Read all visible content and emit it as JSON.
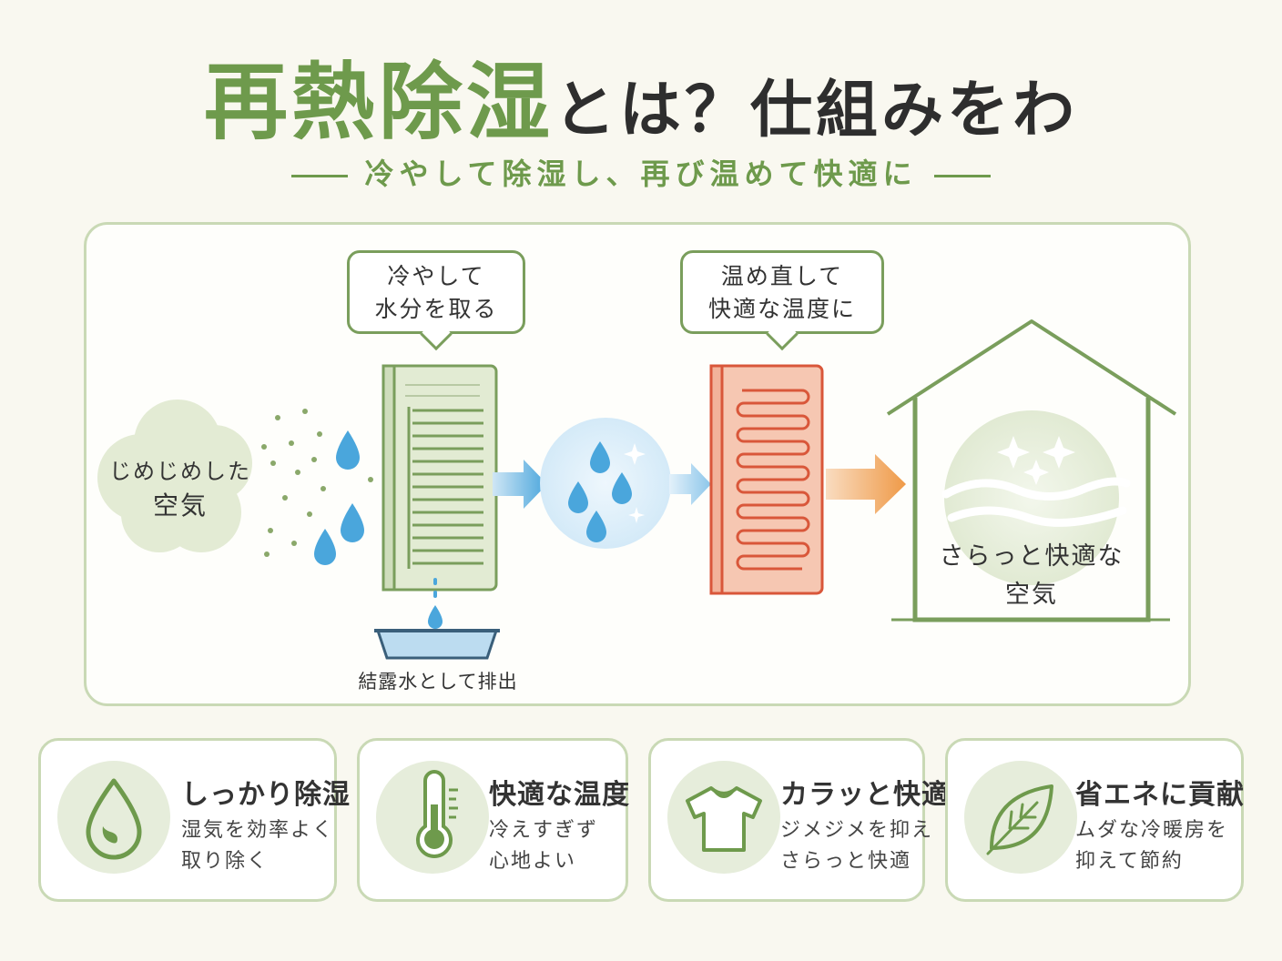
{
  "header": {
    "title_highlight": "再熱除湿",
    "title_rest": "とは？仕組みをわ",
    "subtitle": "冷やして除湿し、再び温めて快適に"
  },
  "diagram": {
    "humid_air": [
      "じめじめした",
      "空気"
    ],
    "cool_bubble": [
      "冷やして",
      "水分を取る"
    ],
    "heat_bubble": [
      "温め直して",
      "快適な温度に"
    ],
    "drain_label": "結露水として排出",
    "dry_air": [
      "さらっと快適な",
      "空気"
    ]
  },
  "features": [
    {
      "icon": "water-drop-icon",
      "title": "しっかり除湿",
      "desc": [
        "湿気を効率よく",
        "取り除く"
      ]
    },
    {
      "icon": "thermometer-icon",
      "title": "快適な温度",
      "desc": [
        "冷えすぎず",
        "心地よい"
      ]
    },
    {
      "icon": "tshirt-icon",
      "title": "カラッと快適",
      "desc": [
        "ジメジメを抑え",
        "さらっと快適"
      ]
    },
    {
      "icon": "leaf-icon",
      "title": "省エネに貢献",
      "desc": [
        "ムダな冷暖房を",
        "抑えて節約"
      ]
    }
  ],
  "colors": {
    "brand_green": "#6e9a4c",
    "light_green": "#e6eddb",
    "panel_border": "#c9d9b5",
    "water_blue": "#5aa8d8",
    "heater_orange": "#e06a4a",
    "arrow_orange": "#f0a050"
  }
}
